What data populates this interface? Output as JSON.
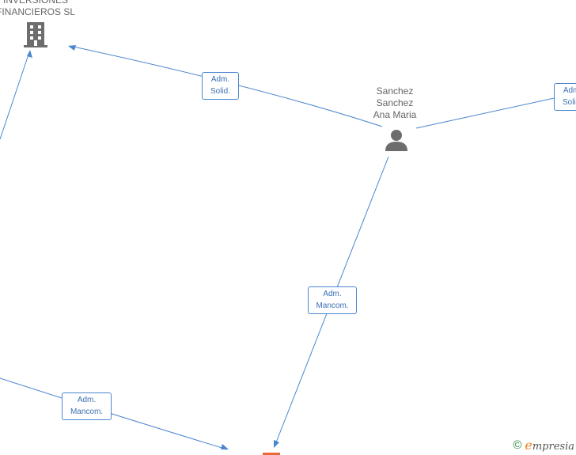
{
  "colors": {
    "edge": "#4a86cf",
    "label_text": "#666666",
    "icon": "#6d6d6d",
    "brand_green": "#2d8a3e",
    "brand_orange": "#e8821e",
    "company_accent": "#e8693a"
  },
  "nodes": {
    "company": {
      "line1": "INVERSIONES",
      "line2": "FINANCIEROS SL",
      "icon": "building-icon"
    },
    "person": {
      "line1": "Sanchez",
      "line2": "Sanchez",
      "line3": "Ana Maria",
      "icon": "person-icon"
    }
  },
  "relations": {
    "top_left": {
      "line1": "Adm.",
      "line2": "Solid."
    },
    "top_right": {
      "line1": "Adm.",
      "line2": "Solid."
    },
    "center": {
      "line1": "Adm.",
      "line2": "Mancom."
    },
    "bottom_left": {
      "line1": "Adm.",
      "line2": "Mancom."
    }
  },
  "brand": {
    "copyright": "©",
    "initial": "e",
    "rest": "mpresia"
  }
}
